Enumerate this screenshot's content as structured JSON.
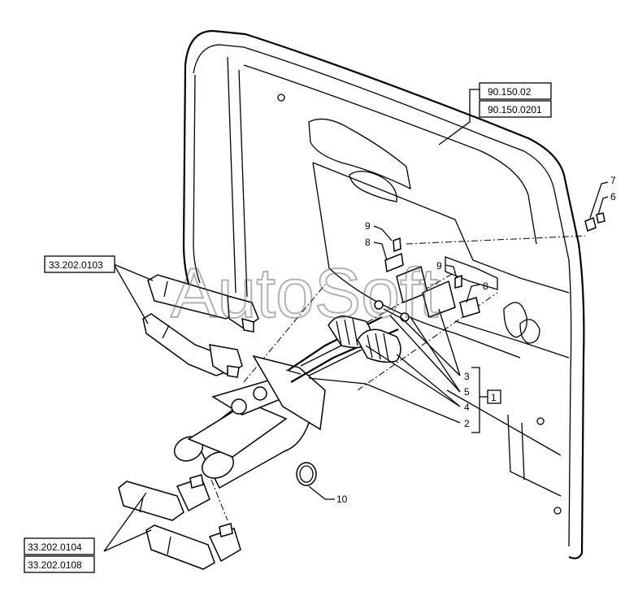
{
  "watermark": "AutoSoft",
  "refs": {
    "r1": "90.150.02",
    "r2": "90.150.0201",
    "r3": "33.202.0103",
    "r4": "33.202.0104",
    "r5": "33.202.0108",
    "group": "1"
  },
  "callouts": {
    "c2": "2",
    "c3": "3",
    "c4": "4",
    "c5": "5",
    "c6": "6",
    "c7": "7",
    "c8a": "8",
    "c8b": "8",
    "c9a": "9",
    "c9b": "9",
    "c10": "10"
  }
}
